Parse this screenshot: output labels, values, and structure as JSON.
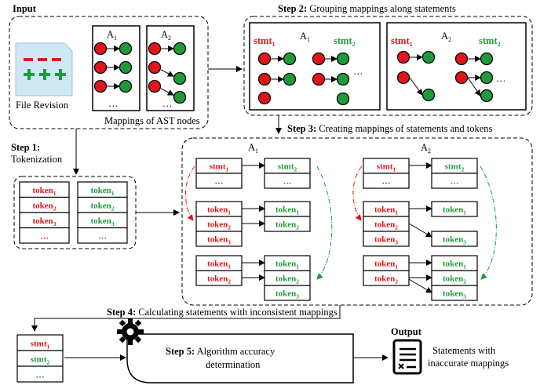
{
  "input": {
    "title": "Input",
    "file_label": "File Revision",
    "mappings_label": "Mappings of AST nodes",
    "a1": "A",
    "a2": "A",
    "sub1": "1",
    "sub2": "2",
    "ellipsis": "…"
  },
  "step1": {
    "label": "Step 1:",
    "text": "Tokenization"
  },
  "step2": {
    "label": "Step 2:",
    "text": "Grouping mappings along statements",
    "stmt": "stmt",
    "sub1": "1",
    "sub2": "2"
  },
  "step3": {
    "label": "Step 3:",
    "text": "Creating mappings of statements and tokens"
  },
  "step4": {
    "label": "Step 4:",
    "text": "Calculating statements with inconsistent mappings"
  },
  "step5": {
    "label": "Step 5:",
    "text1": "Algorithm accuracy",
    "text2": "determination"
  },
  "output": {
    "title": "Output",
    "text1": "Statements with",
    "text2": "inaccurate mappings"
  },
  "words": {
    "token": "token",
    "stmt": "stmt",
    "dots": "…"
  },
  "colors": {
    "red": "#e0161b",
    "green": "#1f9a3a",
    "file_bg": "#cde8f2"
  }
}
